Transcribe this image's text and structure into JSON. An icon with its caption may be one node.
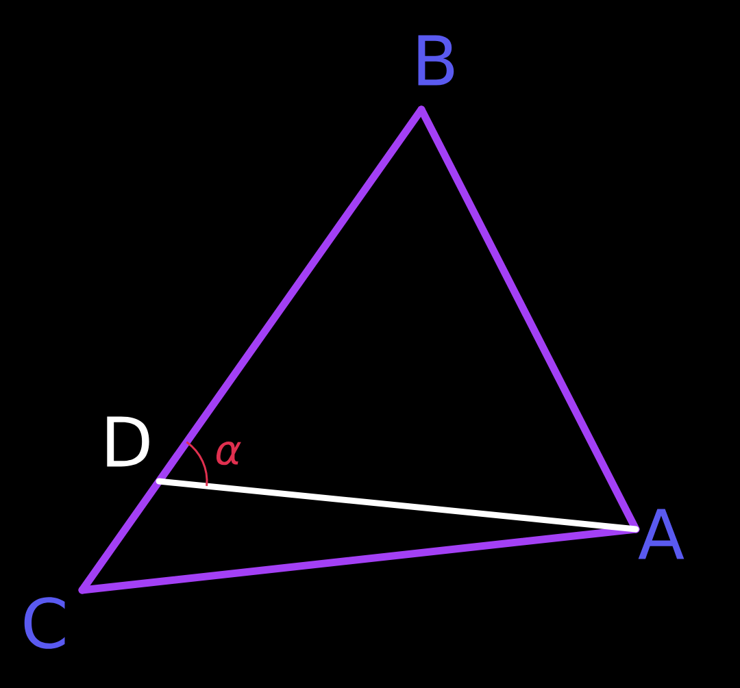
{
  "diagram": {
    "nodes": [
      {
        "text": [
          "B"
        ]
      },
      {
        "text": [
          "D"
        ]
      },
      {
        "text": [
          "A"
        ]
      },
      {
        "text": [
          "C"
        ]
      }
    ],
    "edges": [
      {
        "from": 3,
        "to": 0,
        "arrow": "none"
      },
      {
        "from": 0,
        "to": 2,
        "arrow": "none"
      },
      {
        "from": 2,
        "to": 3,
        "arrow": "none"
      },
      {
        "from": 1,
        "to": 2,
        "arrow": "none",
        "color": "#ffffff"
      }
    ],
    "labels": [
      "α"
    ]
  }
}
